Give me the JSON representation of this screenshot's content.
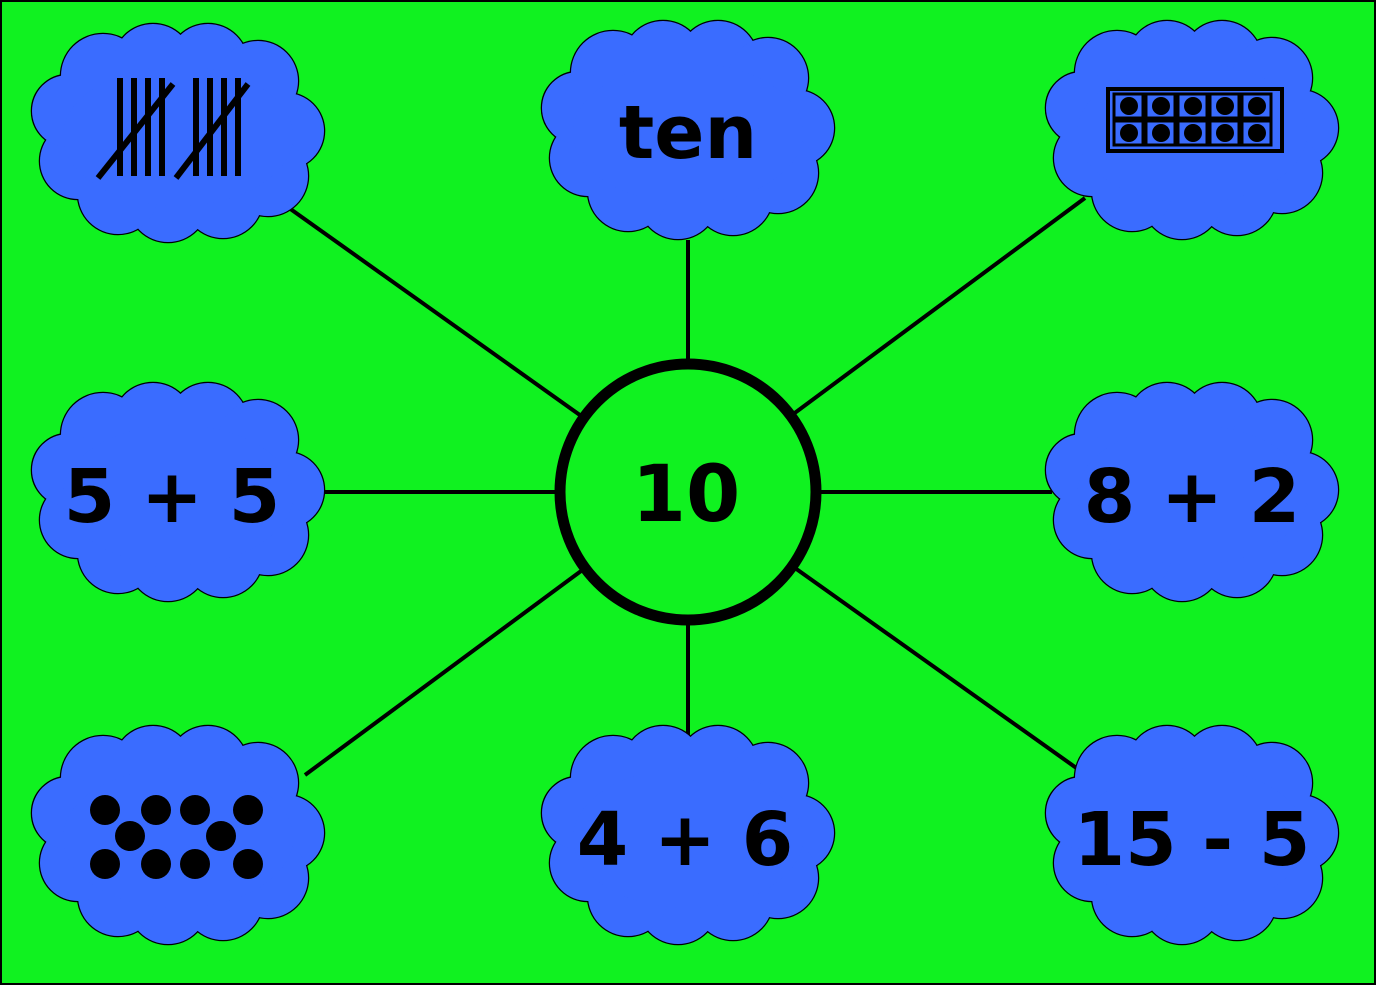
{
  "colors": {
    "background": "#10f220",
    "cloud": "#3a6cff",
    "ink": "#000000"
  },
  "center": {
    "label": "10"
  },
  "clouds": [
    {
      "id": "tally",
      "kind": "tally-marks-icon",
      "tally_count": 10
    },
    {
      "id": "word",
      "kind": "text",
      "label": "ten"
    },
    {
      "id": "ten-frame",
      "kind": "ten-frame-icon",
      "filled_count": 10
    },
    {
      "id": "sum-5-5",
      "kind": "text",
      "label": "5 + 5"
    },
    {
      "id": "sum-8-2",
      "kind": "text",
      "label": "8 + 2"
    },
    {
      "id": "dots",
      "kind": "dot-pattern-icon",
      "dot_count": 10
    },
    {
      "id": "sum-4-6",
      "kind": "text",
      "label": "4 + 6"
    },
    {
      "id": "diff-15-5",
      "kind": "text",
      "label": "15 - 5"
    }
  ]
}
